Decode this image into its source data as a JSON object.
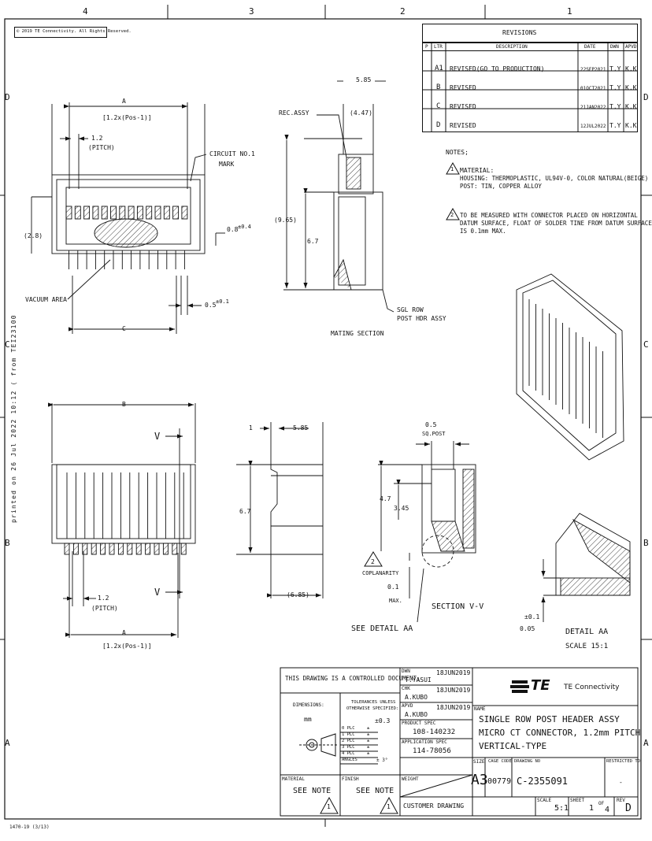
{
  "zones": {
    "top": [
      "4",
      "3",
      "2",
      "1"
    ],
    "left": [
      "D",
      "C",
      "B",
      "A"
    ],
    "right": [
      "D",
      "C",
      "B",
      "A"
    ]
  },
  "copyright": "© 2019 TE Connectivity. All Rights Reserved.",
  "form_id": "1470-19 (3/13)",
  "print_stamp": "printed on 26 Jul 2022 10:12 ( from TEI23100",
  "revisions": {
    "title": "REVISIONS",
    "headers": [
      "P",
      "LTR",
      "DESCRIPTION",
      "DATE",
      "DWN",
      "APVD"
    ],
    "rows": [
      {
        "ltr": "A1",
        "desc": "REVISED(GO TO PRODUCTION)",
        "date": "22SEP2021",
        "dwn": "T.Y",
        "apvd": "K.K"
      },
      {
        "ltr": "B",
        "desc": "REVISED",
        "date": "01OCT2021",
        "dwn": "T.Y",
        "apvd": "K.K"
      },
      {
        "ltr": "C",
        "desc": "REVISED",
        "date": "21JAN2022",
        "dwn": "T.Y",
        "apvd": "K.K"
      },
      {
        "ltr": "D",
        "desc": "REVISED",
        "date": "12JUL2022",
        "dwn": "T.Y",
        "apvd": "K.K"
      }
    ]
  },
  "notes": {
    "heading": "NOTES;",
    "n1_num": "1",
    "n1_line1": "MATERIAL:",
    "n1_line2": "HOUSING: THERMOPLASTIC, UL94V-0, COLOR NATURAL(BEIGE)",
    "n1_line3": "POST: TIN, COPPER ALLOY",
    "n2_num": "2",
    "n2_line1": "TO BE MEASURED WITH CONNECTOR PLACED ON HORIZONTAL",
    "n2_line2": "DATUM SURFACE, FLOAT OF SOLDER TINE FROM DATUM SURFACE",
    "n2_line3": "IS 0.1mm MAX."
  },
  "dims": {
    "top_A": "A",
    "top_A_formula": "[1.2x(Pos-1)]",
    "pitch_top": "1.2",
    "pitch_word": "(PITCH)",
    "circuit_no": "CIRCUIT NO.1",
    "mark": "MARK",
    "h_2_8": "(2.8)",
    "d_0_8": "0.8",
    "tol_0_4": "±0.4",
    "vacuum": "VACUUM AREA",
    "d_0_5": "0.5",
    "tol_0_1": "±0.1",
    "c": "C",
    "rec_assy": "REC.ASSY",
    "d_5_85": "5.85",
    "d_4_47": "(4.47)",
    "d_9_65": "(9.65)",
    "d_6_7": "6.7",
    "sgl_row": "SGL ROW",
    "post_hdr": "POST HDR ASSY",
    "mating_section": "MATING SECTION",
    "b": "B",
    "v_mark": "V",
    "pitch_bottom": "1.2",
    "bottom_A": "A",
    "bottom_A_formula": "[1.2x(Pos-1)]",
    "side_1": "1",
    "side_5_85": "5.85",
    "side_6_7": "6.7",
    "side_6_85": "(6.85)",
    "sec_0_5": "0.5",
    "sq_post": "SQ.POST",
    "sec_4_7": "4.7",
    "sec_3_45": "3.45",
    "note2_tri": "2",
    "coplanarity": "COPLANARITY",
    "cop_0_1": "0.1",
    "cop_max": "MAX.",
    "section_vv": "SECTION V-V",
    "see_detail": "SEE DETAIL AA",
    "det_tol": "±0.1",
    "det_0_05": "0.05",
    "detail_aa": "DETAIL AA",
    "detail_scale": "SCALE 15:1"
  },
  "title_block": {
    "controlled": "THIS DRAWING IS A CONTROLLED DOCUMENT.",
    "dimensions_label": "DIMENSIONS:",
    "dimensions_unit": "mm",
    "tol_label1": "TOLERANCES UNLESS",
    "tol_label2": "OTHERWISE SPECIFIED:",
    "tol_general": "±0.3",
    "plc0": "0 PLC",
    "plc1": "1 PLC",
    "plc2": "2 PLC",
    "plc3": "3 PLC",
    "plc4": "4 PLC",
    "plc_pm": "±",
    "angles": "ANGLES",
    "angles_tol": "± 3°",
    "material_label": "MATERIAL",
    "material_value": "SEE NOTE",
    "finish_label": "FINISH",
    "finish_value": "SEE NOTE",
    "note_ref": "1",
    "dwn_label": "DWN",
    "dwn_name": "T.YASUI",
    "dwn_date": "18JUN2019",
    "chk_label": "CHK",
    "chk_name": "A.KUBO",
    "chk_date": "18JUN2019",
    "apvd_label": "APVD",
    "apvd_name": "A.KUBO",
    "apvd_date": "18JUN2019",
    "product_spec_label": "PRODUCT SPEC",
    "product_spec": "108-140232",
    "app_spec_label": "APPLICATION SPEC",
    "app_spec": "114-78056",
    "weight_label": "WEIGHT",
    "customer_drawing": "CUSTOMER DRAWING",
    "logo_text": "TE",
    "company": "TE Connectivity",
    "name_label": "NAME",
    "name_line1": "SINGLE ROW POST HEADER ASSY",
    "name_line2": "MICRO CT CONNECTOR, 1.2mm PITCH",
    "name_line3": "VERTICAL-TYPE",
    "size_label": "SIZE",
    "size": "A3",
    "cage_label": "CAGE CODE",
    "cage": "00779",
    "dwg_label": "DRAWING NO",
    "dwg_no": "C-2355091",
    "restricted_label": "RESTRICTED TO",
    "restricted": "-",
    "scale_label": "SCALE",
    "scale": "5:1",
    "sheet_label": "SHEET",
    "sheet": "1",
    "of_label": "OF",
    "sheets": "4",
    "rev_label": "REV",
    "rev": "D"
  }
}
